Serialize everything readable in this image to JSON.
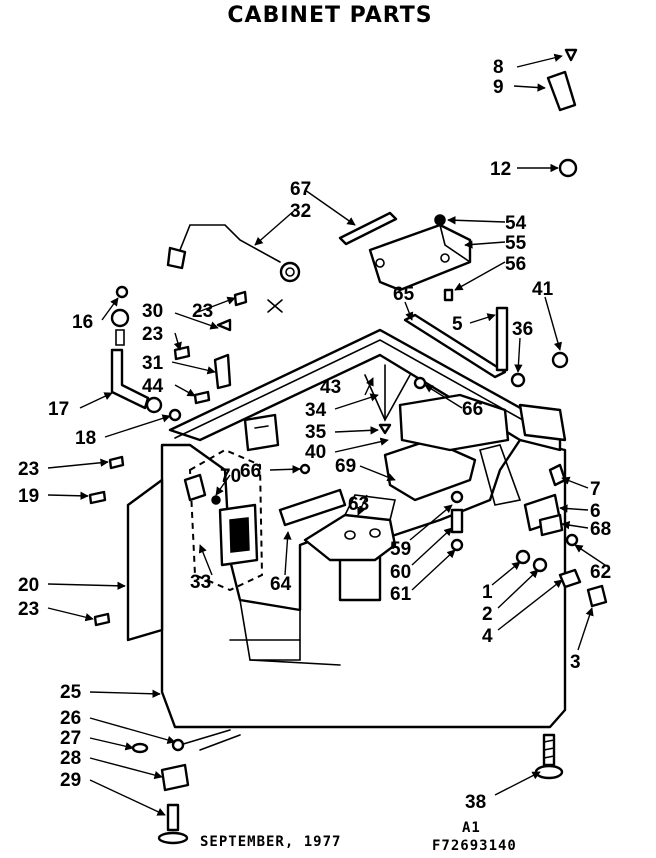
{
  "title": "CABINET PARTS",
  "footer": {
    "date": "SEPTEMBER, 1977",
    "code_a": "A1",
    "code_b": "F72693140"
  },
  "callouts": [
    "8",
    "9",
    "12",
    "67",
    "32",
    "54",
    "55",
    "56",
    "41",
    "16",
    "30",
    "23",
    "65",
    "5",
    "36",
    "23",
    "31",
    "44",
    "43",
    "17",
    "34",
    "66",
    "18",
    "35",
    "40",
    "23",
    "66",
    "69",
    "7",
    "70",
    "19",
    "6",
    "63",
    "68",
    "59",
    "62",
    "60",
    "20",
    "33",
    "64",
    "1",
    "61",
    "23",
    "2",
    "4",
    "3",
    "25",
    "26",
    "27",
    "28",
    "29",
    "38"
  ]
}
